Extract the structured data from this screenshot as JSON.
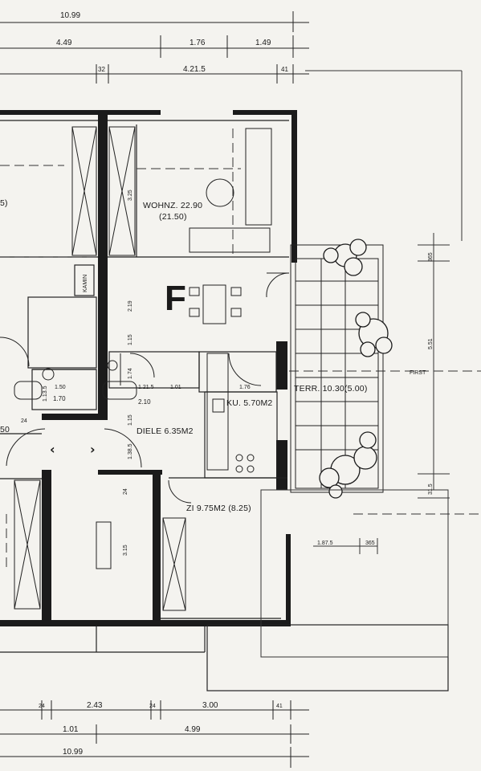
{
  "plan": {
    "unit_letter": "F",
    "dims_top": {
      "overall": "10.99",
      "seg_a": "4.49",
      "seg_b": "1.76",
      "seg_c": "1.49",
      "wall_left": "32",
      "seg_main": "4.21.5",
      "wall_right": "41"
    },
    "dims_bottom": {
      "wall_a": "24",
      "seg_a": "2.43",
      "wall_b": "24",
      "seg_b": "3.00",
      "wall_c": "41",
      "seg_c": "1.01",
      "seg_d": "4.99",
      "overall": "10.99"
    },
    "dims_right": {
      "r1": "365",
      "r2": "5.51",
      "r3": "31.5",
      "r4": "1.87.5",
      "r5": "365"
    },
    "axis_label": "FIRST",
    "rooms": {
      "living": "WOHNZ. 22.90",
      "living_sub": "(21.50)",
      "kitchen": "KU. 5.70M2",
      "terrace": "TERR. 10.30(5.00)",
      "hall": "DIELE 6.35M2",
      "room": "ZI 9.75M2 (8.25)",
      "chimney": "KAMIN",
      "left_partial": "5)",
      "left_lower": "50"
    },
    "inner_dims": {
      "d325": "3.25",
      "d219": "2.19",
      "d115a": "1.15",
      "d174": "1.74",
      "d150": "1.50",
      "d170": "1.70",
      "d1215": "1.21.5",
      "d210": "2.10",
      "d101": "1.01",
      "d176": "1.76",
      "d115b": "1.15",
      "d1385": "1.38.5",
      "d24a": "24",
      "d24b": "24",
      "d315": "3.15",
      "d115c": "1.13.5"
    }
  }
}
